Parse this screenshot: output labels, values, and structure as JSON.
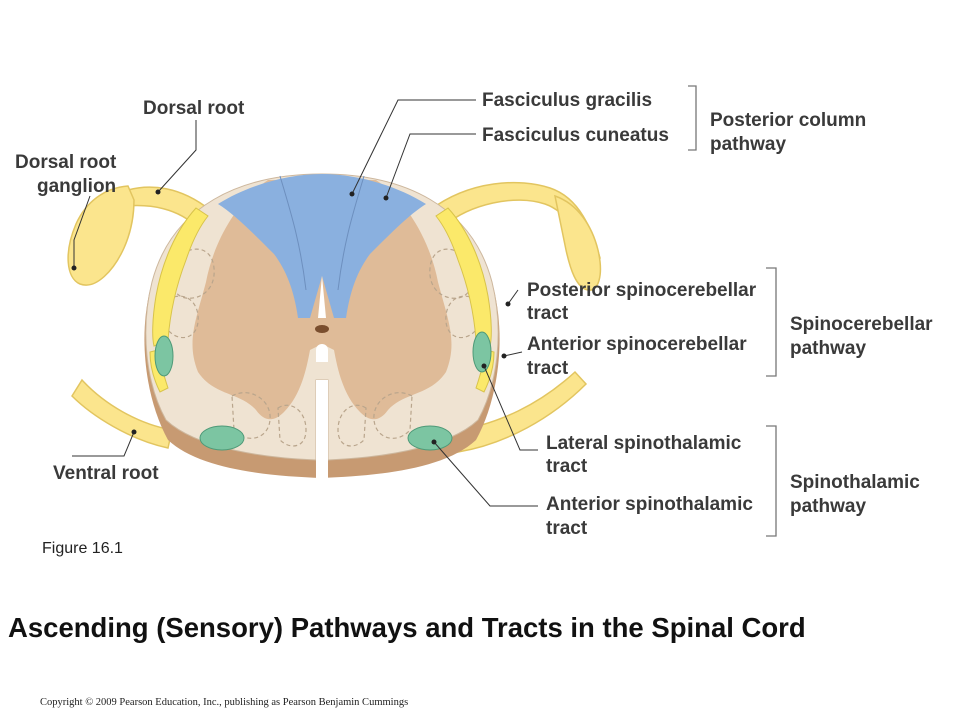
{
  "labels": {
    "dorsal_root": "Dorsal root",
    "dorsal_root_ganglion": [
      "Dorsal root",
      "ganglion"
    ],
    "ventral_root": "Ventral root",
    "fasciculus_gracilis": "Fasciculus gracilis",
    "fasciculus_cuneatus": "Fasciculus cuneatus",
    "posterior_column_pathway": [
      "Posterior column",
      "pathway"
    ],
    "posterior_spinocerebellar_tract": [
      "Posterior spinocerebellar",
      "tract"
    ],
    "anterior_spinocerebellar_tract": [
      "Anterior spinocerebellar",
      "tract"
    ],
    "spinocerebellar_pathway": [
      "Spinocerebellar",
      "pathway"
    ],
    "lateral_spinothalamic_tract": [
      "Lateral spinothalamic",
      "tract"
    ],
    "anterior_spinothalamic_tract": [
      "Anterior spinothalamic",
      "tract"
    ],
    "spinothalamic_pathway": [
      "Spinothalamic",
      "pathway"
    ]
  },
  "figure_label": "Figure 16.1",
  "title": "Ascending (Sensory) Pathways and Tracts in the Spinal Cord",
  "copyright": "Copyright © 2009 Pearson Education, Inc., publishing as Pearson Benjamin Cummings",
  "colors": {
    "white_matter": "#efe3d2",
    "gray_matter": "#dfbb98",
    "posterior_column": "#8ab0df",
    "spinocerebellar": "#fbe96a",
    "spinothalamic": "#7cc5a2",
    "nerve_root": "#fbe58d",
    "cord_rim": "#c79a72"
  }
}
